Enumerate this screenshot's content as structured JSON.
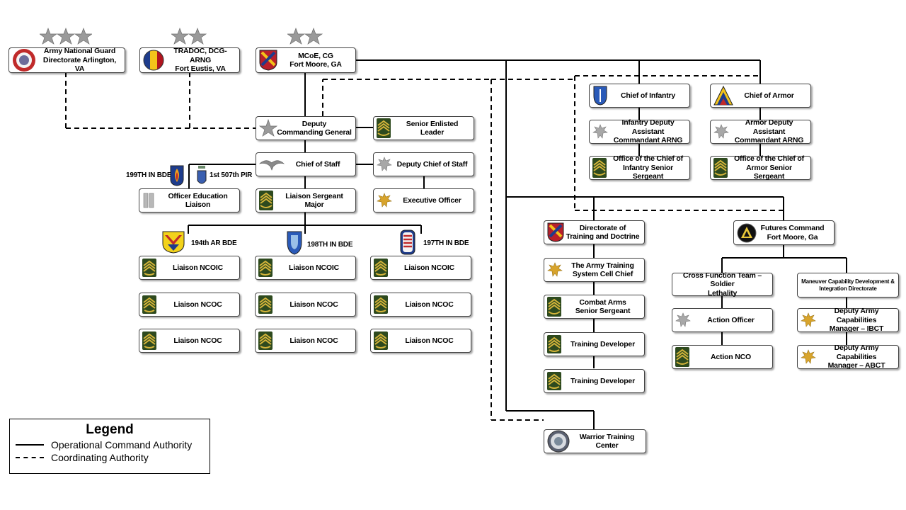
{
  "nodes": {
    "arng": "Army National Guard\nDirectorate Arlington, VA",
    "tradoc": "TRADOC, DCG-ARNG\nFort Eustis, VA",
    "mcoe": "MCoE, CG\nFort Moore, GA",
    "dcg": "Deputy\nCommanding General",
    "sel": "Senior Enlisted Leader",
    "cos": "Chief of Staff",
    "dcos": "Deputy Chief of Staff",
    "oel": "Officer Education\nLiaison",
    "lsm": "Liaison Sergeant Major",
    "xo": "Executive Officer",
    "c1r1": "Liaison NCOIC",
    "c1r2": "Liaison NCOC",
    "c1r3": "Liaison NCOC",
    "c2r1": "Liaison NCOIC",
    "c2r2": "Liaison NCOC",
    "c2r3": "Liaison NCOC",
    "c3r1": "Liaison NCOIC",
    "c3r2": "Liaison NCOC",
    "c3r3": "Liaison NCOC",
    "coi": "Chief of Infantry",
    "coa": "Chief of Armor",
    "idac": "Infantry Deputy Assistant\nCommandant ARNG",
    "adac": "Armor Deputy Assistant\nCommandant ARNG",
    "oci": "Office of the Chief of\nInfantry Senior Sergeant",
    "oca": "Office of the Chief of\nArmor Senior Sergeant",
    "dotd": "Directorate of\nTraining and Doctrine",
    "atsc": "The Army Training\nSystem Cell Chief",
    "cass": "Combat Arms\nSenior Sergeant",
    "td1": "Training Developer",
    "td2": "Training Developer",
    "wtc": "Warrior Training Center",
    "fc": "Futures Command\nFort Moore, Ga",
    "cft": "Cross Function Team – Soldier\nLethality",
    "mcdid": "Maneuver Capability Development &\nIntegration Directorate",
    "ao": "Action Officer",
    "anco": "Action NCO",
    "dacm_ibct": "Deputy Army Capabilities\nManager – IBCT",
    "dacm_abct": "Deputy Army Capabilities\nManager – ABCT"
  },
  "unit_labels": {
    "in199": "199TH IN BDE",
    "pir507": "1st 507th PIR",
    "ar194": "194th AR BDE",
    "in198": "198TH IN BDE",
    "in197": "197TH IN BDE"
  },
  "legend": {
    "title": "Legend",
    "solid": "Operational Command Authority",
    "dashed": "Coordinating Authority"
  },
  "colors": {
    "star": "#9a9a9a",
    "line": "#000000",
    "chevron_bg": "#2e4a1e",
    "chevron_stripe": "#d4b43a",
    "gold_leaf": "#d8a42c"
  }
}
